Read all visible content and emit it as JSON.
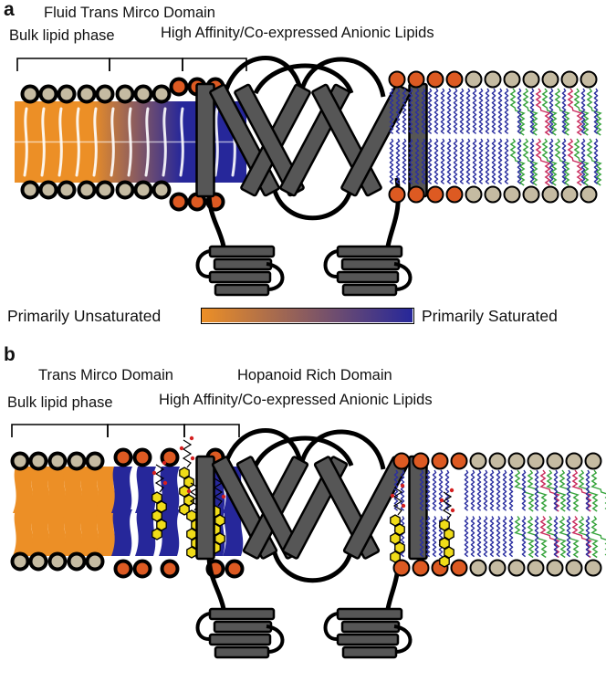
{
  "colors": {
    "unsaturated": "#ec8f26",
    "saturated": "#26279a",
    "protein": "#565656",
    "head_gray": "#c5bba2",
    "head_orange": "#dd5a22",
    "hopanoid": "#f0dc18",
    "chain_blue": "#2b2fa0",
    "chain_green": "#35a33b",
    "chain_pink": "#c92b5d",
    "outline": "#000000"
  },
  "panel_a": {
    "letter": "a",
    "label_fluid": "Fluid Trans Mirco Domain",
    "label_bulk": "Bulk lipid phase",
    "label_affinity": "High Affinity/Co-expressed Anionic Lipids",
    "legend": {
      "left_label": "Primarily Unsaturated",
      "right_label": "Primarily Saturated"
    }
  },
  "panel_b": {
    "letter": "b",
    "label_trans": "Trans Mirco Domain",
    "label_hopanoid": "Hopanoid Rich Domain",
    "label_bulk": "Bulk lipid phase",
    "label_affinity": "High Affinity/Co-expressed Anionic Lipids"
  }
}
